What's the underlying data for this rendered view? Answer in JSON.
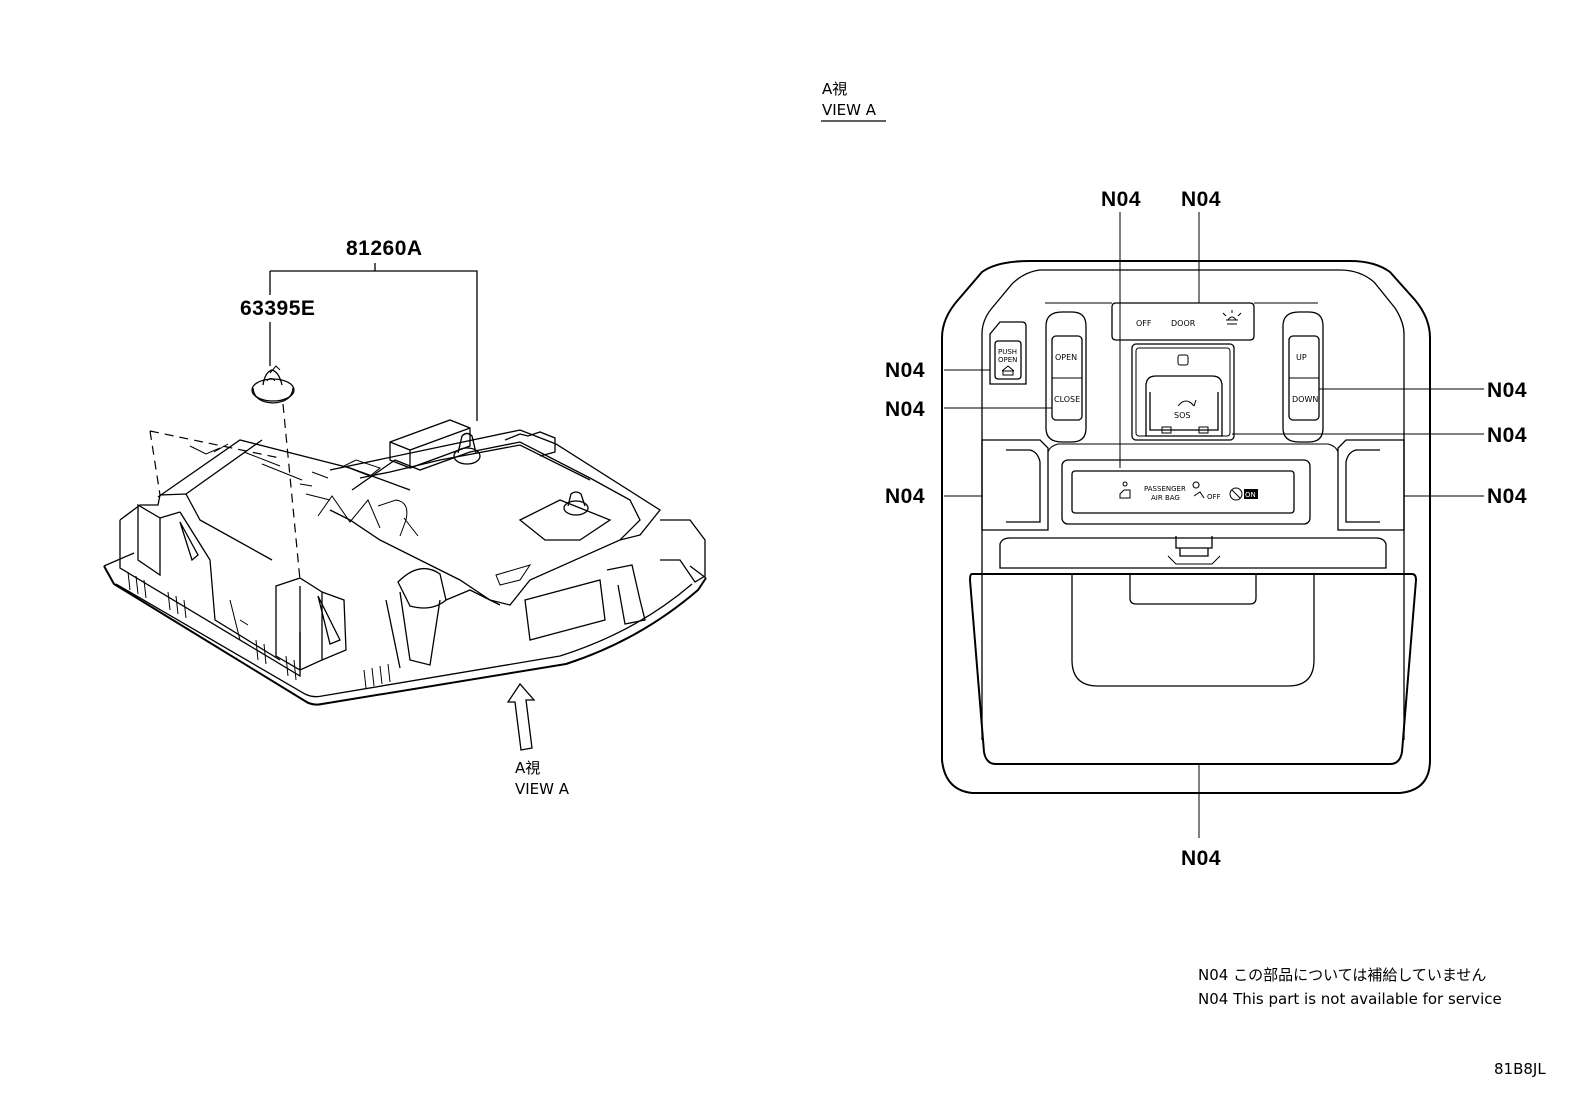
{
  "left_view": {
    "part_assembly": "81260A",
    "part_clip": "63395E",
    "arrow_label_jp": "A視",
    "arrow_label_en": "VIEW A"
  },
  "right_view": {
    "title_jp": "A視",
    "title_en": "VIEW A",
    "callouts": {
      "top_left": "N04",
      "top_right": "N04",
      "push_open": "N04",
      "close_switch": "N04",
      "up_down": "N04",
      "sos": "N04",
      "left_cover": "N04",
      "right_cover": "N04",
      "bottom_box": "N04"
    },
    "switch_text": {
      "off": "OFF",
      "door": "DOOR",
      "push": "PUSH",
      "open_small": "OPEN",
      "open": "OPEN",
      "close": "CLOSE",
      "up": "UP",
      "down": "DOWN",
      "sos": "SOS",
      "passenger": "PASSENGER",
      "air_bag": "AIR BAG",
      "airbag_off": "OFF",
      "airbag_on": "ON"
    }
  },
  "notes": {
    "line_jp": "N04 この部品については補給していません",
    "line_en": "N04 This part is not available for service"
  },
  "figure_id": "81B8JL"
}
